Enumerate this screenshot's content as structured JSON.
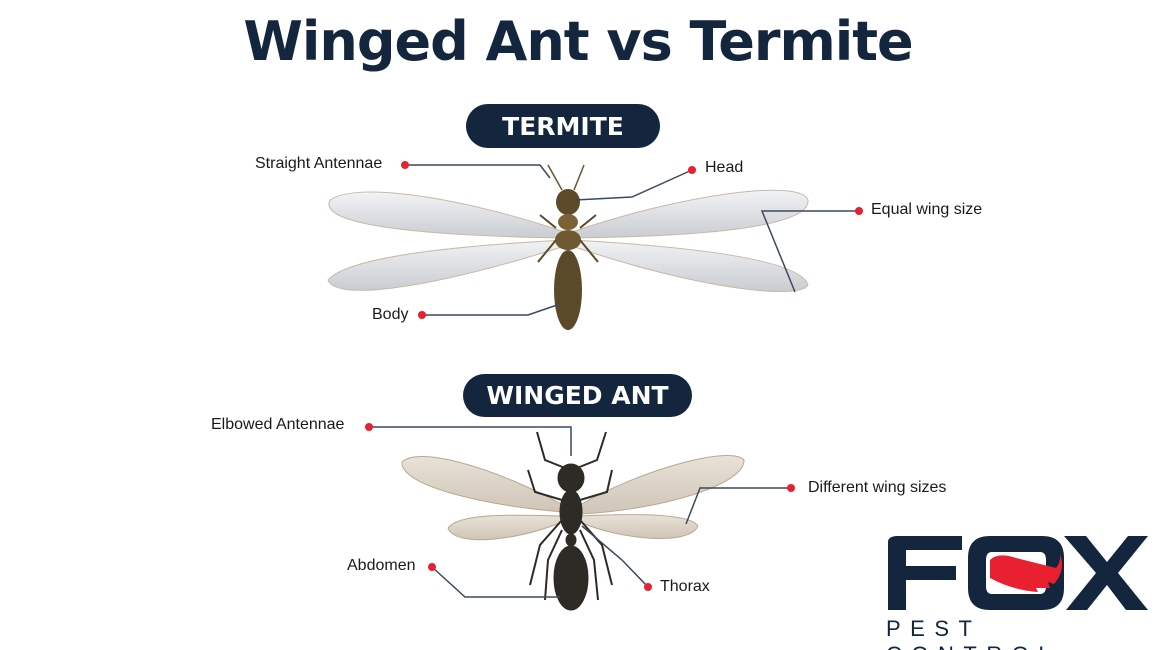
{
  "title": "Winged Ant vs Termite",
  "termite": {
    "heading": "TERMITE",
    "labels": {
      "antennae": "Straight Antennae",
      "head": "Head",
      "wings": "Equal wing size",
      "body": "Body"
    }
  },
  "ant": {
    "heading": "WINGED ANT",
    "labels": {
      "antennae": "Elbowed Antennae",
      "wings": "Different wing sizes",
      "abdomen": "Abdomen",
      "thorax": "Thorax"
    }
  },
  "logo": {
    "brand": "FOX",
    "tagline": "PEST CONTROL"
  },
  "colors": {
    "navy": "#13263d",
    "red": "#e8202f",
    "leader": "#3a4a5c"
  }
}
